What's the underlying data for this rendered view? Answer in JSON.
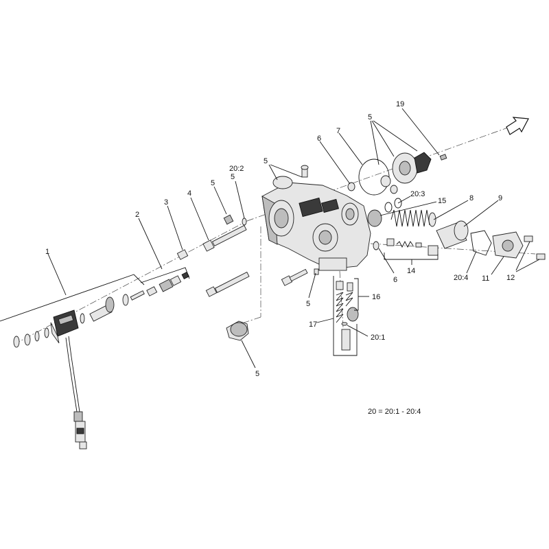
{
  "diagram": {
    "callouts": {
      "c1": "1",
      "c2": "2",
      "c3": "3",
      "c4": "4",
      "c5a": "5",
      "c5b": "5",
      "c5c": "5",
      "c5d": "5",
      "c5e": "5",
      "c5f": "5",
      "c6a": "6",
      "c6b": "6",
      "c7": "7",
      "c8": "8",
      "c9": "9",
      "c11": "11",
      "c12": "12",
      "c14": "14",
      "c15": "15",
      "c16": "16",
      "c17": "17",
      "c19": "19",
      "c20_1": "20:1",
      "c20_2": "20:2",
      "c20_3": "20:3",
      "c20_4": "20:4"
    },
    "legend": "20 = 20:1 - 20:4"
  },
  "colors": {
    "line": "#111111",
    "part_fill": "#e6e6e6",
    "part_shade": "#bdbdbd",
    "part_dark": "#3a3a3a",
    "background": "#ffffff"
  }
}
